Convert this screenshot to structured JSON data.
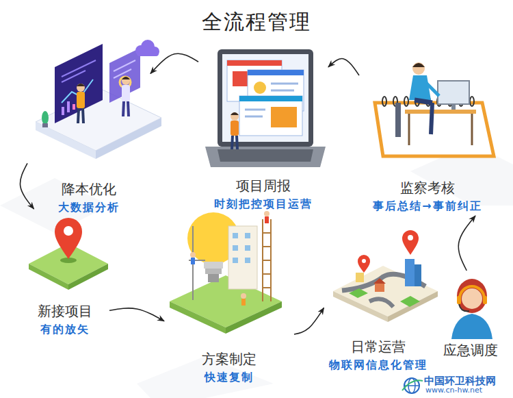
{
  "diagram": {
    "title": "全流程管理",
    "nodes": [
      {
        "text": [
          "降本优化",
          "大数据分析"
        ]
      },
      {
        "text": [
          "项目周报",
          "时刻把控项目运营"
        ]
      },
      {
        "text": [
          "监察考核",
          "事后总结→事前纠正"
        ]
      },
      {
        "text": [
          "新接项目",
          "有的放矢"
        ]
      },
      {
        "text": [
          "方案制定",
          "快速复制"
        ]
      },
      {
        "text": [
          "日常运营",
          "物联网信息化管理"
        ]
      },
      {
        "text": [
          "应急调度"
        ]
      }
    ],
    "edges": [
      {
        "from": 2,
        "to": 1,
        "arrow": "to"
      },
      {
        "from": 1,
        "to": 0,
        "arrow": "to"
      },
      {
        "from": 0,
        "to": 3,
        "arrow": "to"
      },
      {
        "from": 3,
        "to": 4,
        "arrow": "to"
      },
      {
        "from": 4,
        "to": 5,
        "arrow": "to"
      },
      {
        "from": 6,
        "to": 2,
        "arrow": "to"
      }
    ],
    "labels": [
      "中国环卫科技网",
      "www.cn-hw.net"
    ]
  }
}
